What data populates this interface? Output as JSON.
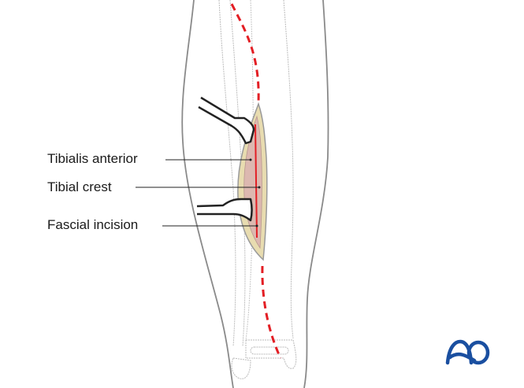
{
  "labels": {
    "tibialis_anterior": "Tibialis anterior",
    "tibial_crest": "Tibial crest",
    "fascial_incision": "Fascial incision"
  },
  "logo": {
    "text": "AO",
    "color": "#1a4fa0"
  },
  "colors": {
    "incision_line": "#e31e24",
    "muscle": "#dcb8b0",
    "fascia": "#e8dcb0",
    "outline": "#9a9a9a"
  }
}
